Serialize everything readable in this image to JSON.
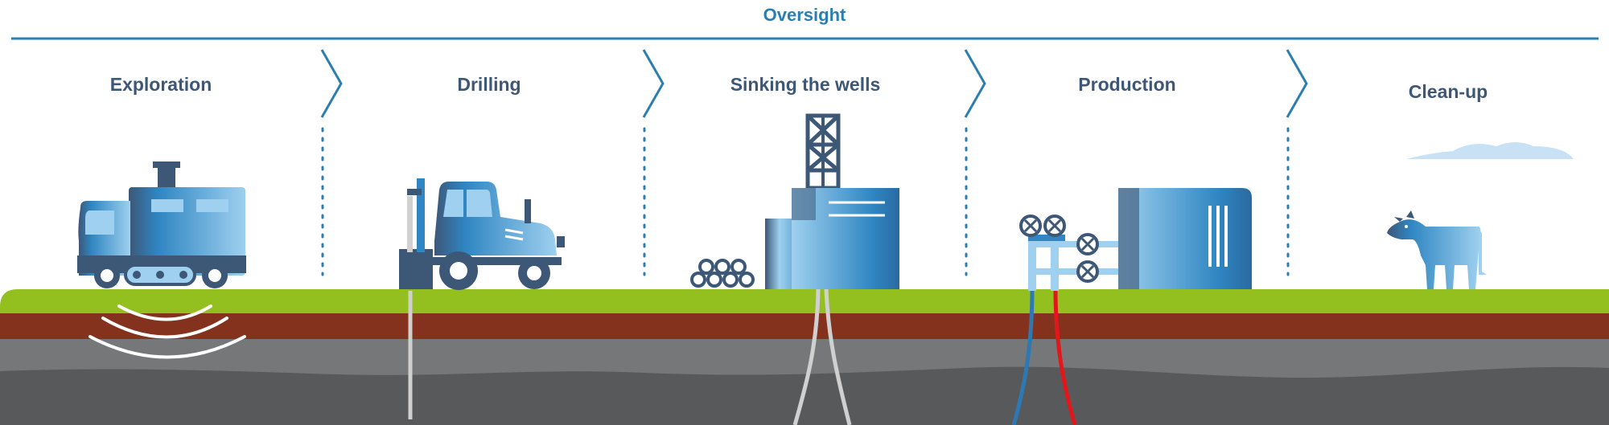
{
  "oversight": {
    "label": "Oversight"
  },
  "stages": [
    {
      "id": "exploration",
      "label": "Exploration"
    },
    {
      "id": "drilling",
      "label": "Drilling"
    },
    {
      "id": "sinking",
      "label": "Sinking the wells"
    },
    {
      "id": "production",
      "label": "Production"
    },
    {
      "id": "cleanup",
      "label": "Clean-up"
    }
  ],
  "colors": {
    "accent": "#2a7fb0",
    "label": "#3d5777",
    "grass": "#93c01f",
    "soil": "#84311d",
    "rock_light": "#767779",
    "rock_dark": "#58595b",
    "machine_dark": "#3d5777",
    "machine_light": "#9fd0ef",
    "pipe_gas": "#d0d0d0",
    "pipe_water": "#2e78b3",
    "pipe_hot": "#e3171b",
    "cloud": "#c8e1f4"
  }
}
